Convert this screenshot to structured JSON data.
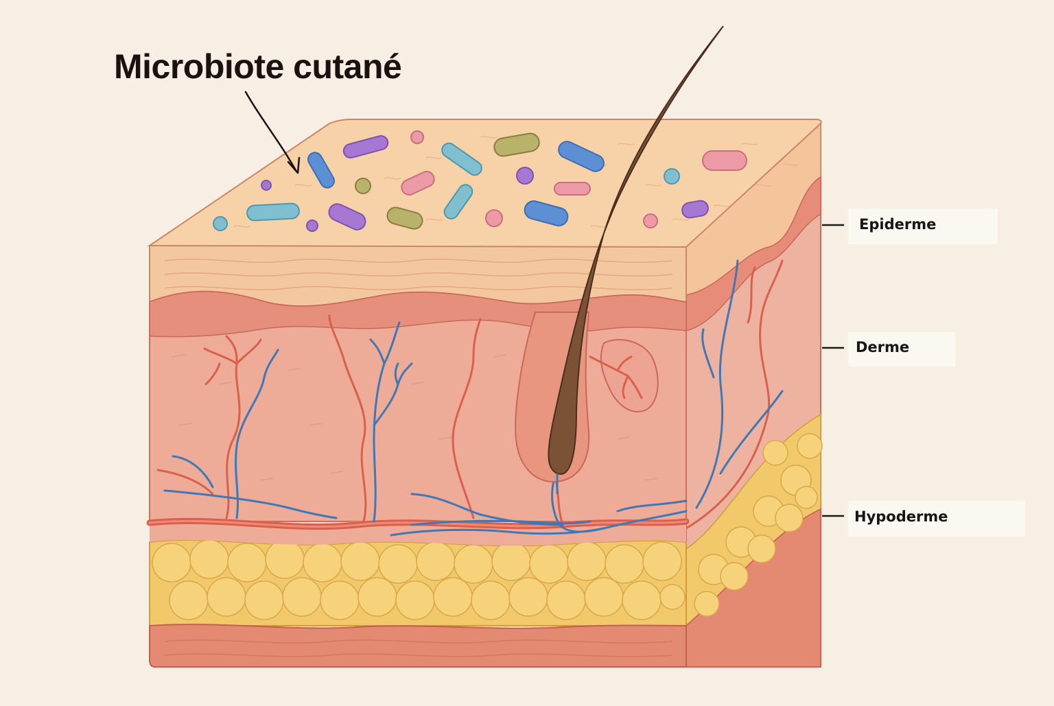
{
  "title": "Microbiote cutané",
  "labels": {
    "epiderme": "Epiderme",
    "derme": "Derme",
    "hypoderme": "Hypoderme"
  },
  "colors": {
    "background": "#f7efe3",
    "surface": "#f7d2a8",
    "epidermis": "#f4c89e",
    "dermis": "#eeab98",
    "fat": "#f1c86a",
    "blood_vessel_artery": "#d8604c",
    "blood_vessel_vein": "#3f78b4",
    "hair": "#7b5236"
  }
}
